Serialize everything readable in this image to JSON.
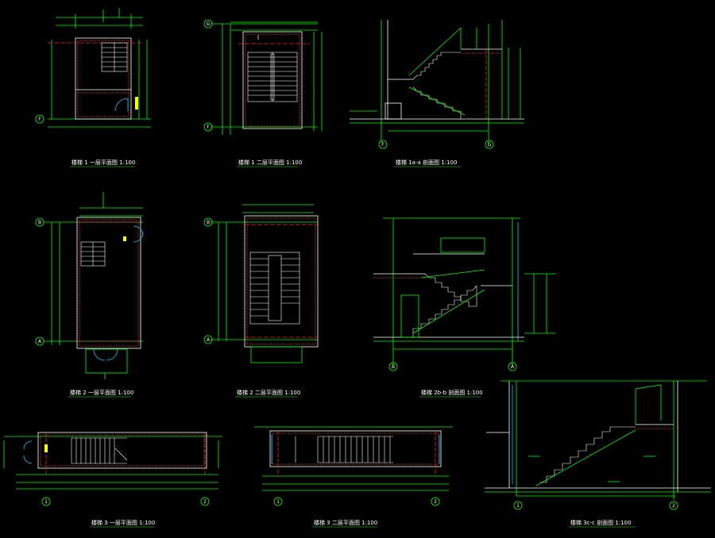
{
  "colors": {
    "background": "#000000",
    "dimension": "#00ff00",
    "wall": "#ffffff",
    "hatch": "#ff3333",
    "gridline": "#ff2222",
    "stair": "#ffffff",
    "glass": "#00ccff",
    "text": "#ffffff",
    "label": "#ffff00"
  },
  "drawings": [
    {
      "id": "s1-plan1",
      "title": "楼梯 1 一层平面图  1:100",
      "axes": [
        "F"
      ]
    },
    {
      "id": "s1-plan2",
      "title": "楼梯 1 二层平面图  1:100",
      "axes": [
        "G",
        "F"
      ]
    },
    {
      "id": "s1-section",
      "title": "楼梯 1a-a 剖面图  1:100",
      "axes": [
        "F",
        "G"
      ]
    },
    {
      "id": "s2-plan1",
      "title": "楼梯 2 一层平面图  1:100",
      "axes": [
        "B",
        "A"
      ]
    },
    {
      "id": "s2-plan2",
      "title": "楼梯 2 二层平面图  1:100",
      "axes": [
        "B",
        "A"
      ]
    },
    {
      "id": "s2-section",
      "title": "楼梯 2b-b 剖面图  1:100",
      "axes": [
        "B",
        "A"
      ]
    },
    {
      "id": "s3-plan1",
      "title": "楼梯 3 一层平面图  1:100",
      "axes": [
        "1",
        "2"
      ]
    },
    {
      "id": "s3-plan2",
      "title": "楼梯 3 二层平面图  1:100",
      "axes": [
        "1",
        "2"
      ]
    },
    {
      "id": "s3-section",
      "title": "楼梯 3c-c 剖面图  1:100",
      "axes": [
        "1",
        "2"
      ]
    }
  ]
}
